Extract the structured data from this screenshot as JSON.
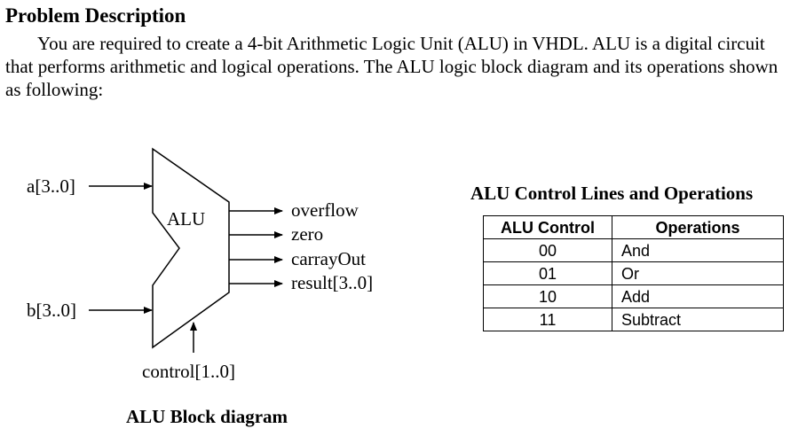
{
  "heading": "Problem Description",
  "paragraph": "You are required to create a 4-bit Arithmetic Logic Unit (ALU) in VHDL. ALU is a digital circuit that performs arithmetic and logical operations. The ALU logic block diagram and its operations shown as following:",
  "diagram": {
    "block_label": "ALU",
    "inputs": {
      "a": "a[3..0]",
      "b": "b[3..0]",
      "control": "control[1..0]"
    },
    "outputs": [
      "overflow",
      "zero",
      "carrayOut",
      "result[3..0]"
    ],
    "caption": "ALU Block diagram"
  },
  "table": {
    "title": "ALU Control Lines and Operations",
    "headers": [
      "ALU Control",
      "Operations"
    ],
    "rows": [
      [
        "00",
        "And"
      ],
      [
        "01",
        "Or"
      ],
      [
        "10",
        "Add"
      ],
      [
        "11",
        "Subtract"
      ]
    ]
  }
}
